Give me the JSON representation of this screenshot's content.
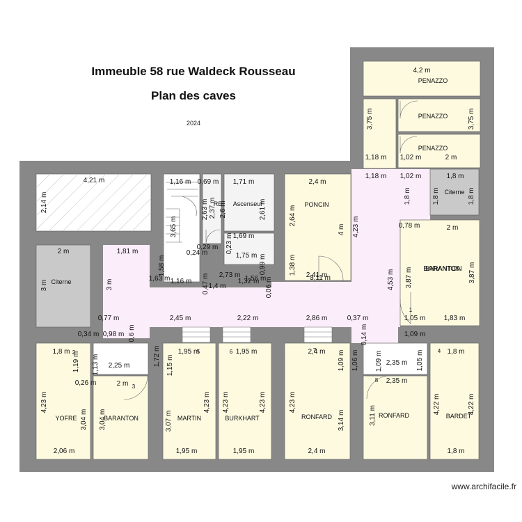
{
  "title": "Immeuble 58 rue Waldeck Rousseau",
  "subtitle": "Plan des caves",
  "year": "2024",
  "watermark": "www.archifacile.fr",
  "colors": {
    "wall": "#888888",
    "corridor": "#fcedfb",
    "cellar": "#fdfae0",
    "citerne": "#c9c9c9",
    "white_room": "#f4f4f4"
  },
  "room_names": {
    "penazzo_1": "PENAZZO",
    "penazzo_2": "PENAZZO",
    "penazzo_3": "PENAZZO",
    "citerne_right": "Citerne",
    "citerne_left": "Citerne",
    "ascenseur": "Ascenseur",
    "re": "RE",
    "poncin": "PONCIN",
    "baranton_right": "BARANTON",
    "yofre": "YOFRE",
    "baranton_left": "BARANTON",
    "martin": "MARTIN",
    "burkhart": "BURKHART",
    "ronfard_1": "RONFARD",
    "ronfard_2": "RONFARD",
    "bardet": "BARDET"
  },
  "dimensions": [
    "4,2 m",
    "3,75 m",
    "3,75 m",
    "1,18 m",
    "1,02 m",
    "2 m",
    "1,18 m",
    "1,02 m",
    "1,8 m",
    "1,8 m",
    "1,8 m",
    "1,8 m",
    "4,21 m",
    "2,14 m",
    "1,16 m",
    "0,69 m",
    "1,71 m",
    "2,63 m",
    "2,37 m",
    "2,6 m",
    "2,61 m",
    "2,4 m",
    "2,64 m",
    "4 m",
    "4,23 m",
    "3,65 m",
    "0,23 m",
    "1,69 m",
    "0,24 m",
    "0,29 m",
    "1,75 m",
    "0,99 m",
    "1,38 m",
    "2,41 m",
    "3,11 m",
    "0,78 m",
    "2 m",
    "2 m",
    "1,81 m",
    "3 m",
    "3 m",
    "1,58 m",
    "1,63 m",
    "1,16 m",
    "0,47 m",
    "1,4 m",
    "2,73 m",
    "1,56 m",
    "1,32 m",
    "0,06 m",
    "4,53 m",
    "3,87 m",
    "3,87 m",
    "BARANTON",
    "0,77 m",
    "2,45 m",
    "2,22 m",
    "2,86 m",
    "0,37 m",
    "1,05 m",
    "1,83 m",
    "0,34 m",
    "0,98 m",
    "0,6 m",
    "0,14 m",
    "1,09 m",
    "1,8 m",
    "1,19 m",
    "1,13 m",
    "2,25 m",
    "1,72 m",
    "1,95 m",
    "1,15 m",
    "1,95 m",
    "2,4 m",
    "1,09 m",
    "1,06 m",
    "1,09 m",
    "2,35 m",
    "1,05 m",
    "1,8 m",
    "0,26 m",
    "2 m",
    "2,35 m",
    "4,23 m",
    "3,04 m",
    "3,04 m",
    "3,07 m",
    "4,23 m",
    "4,23 m",
    "4,23 m",
    "4,23 m",
    "3,14 m",
    "3,11 m",
    "4,22 m",
    "4,22 m",
    "2,06 m",
    "1,95 m",
    "1,95 m",
    "2,4 m",
    "1,8 m"
  ],
  "door_numbers": [
    "1",
    "2",
    "3",
    "5",
    "6",
    "7",
    "8",
    "4"
  ]
}
